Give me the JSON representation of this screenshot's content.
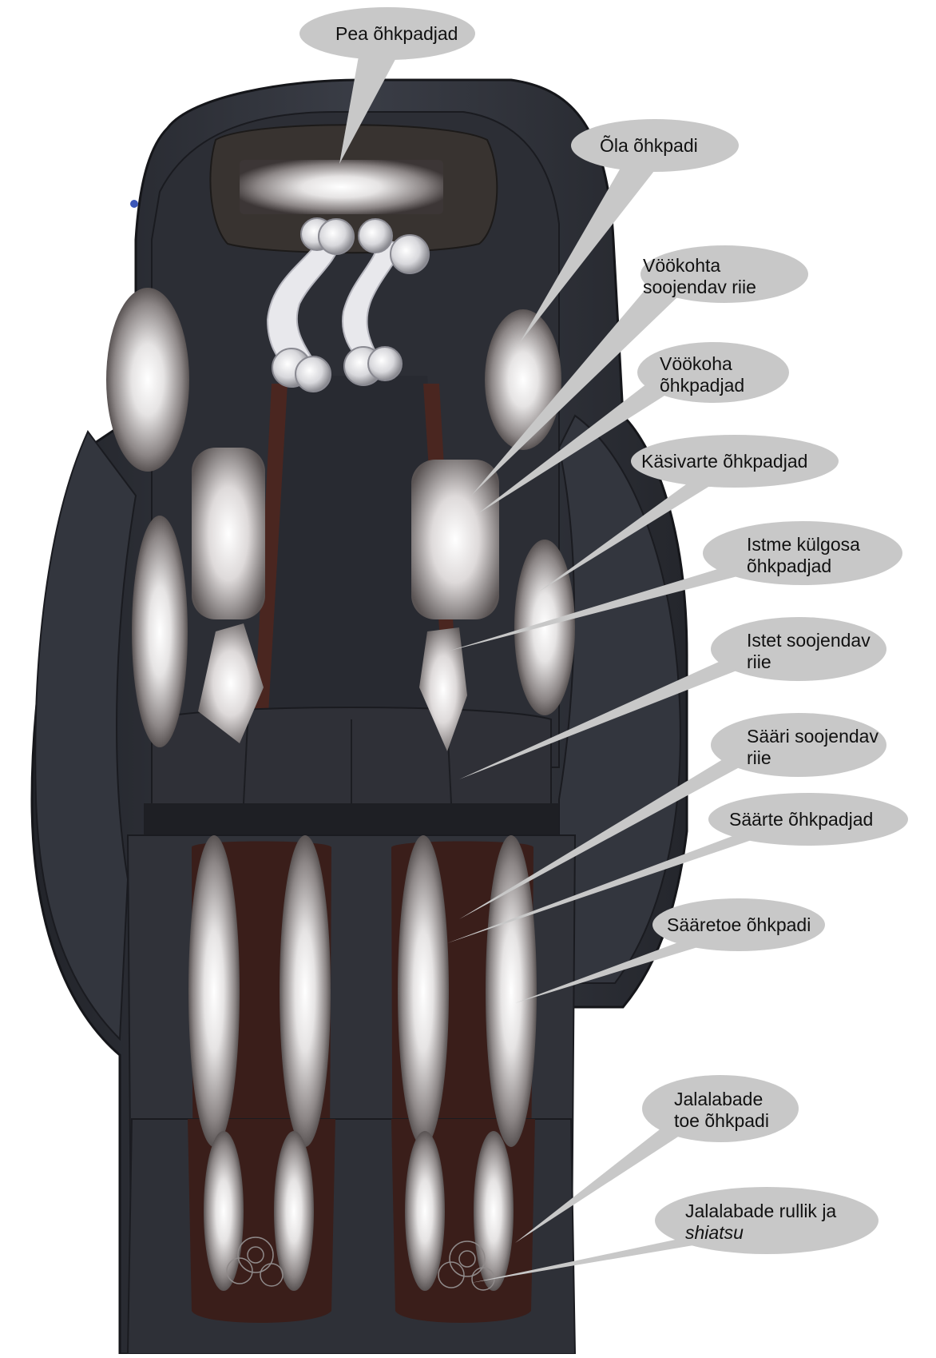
{
  "labels": {
    "head_airbags": "Pea õhkpadjad",
    "shoulder_airbag": "Õla õhkpadi",
    "waist_heating_cloth": [
      "Vöökohta",
      "soojendav riie"
    ],
    "waist_airbags": [
      "Vöökoha",
      "õhkpadjad"
    ],
    "arm_airbags": "Käsivarte õhkpadjad",
    "seat_side_airbags": [
      "Istme külgosa",
      "õhkpadjad"
    ],
    "seat_heating_cloth": [
      "Istet soojendav",
      "riie"
    ],
    "shin_heating_cloth": [
      "Sääri soojendav",
      "riie"
    ],
    "shin_airbags": "Säärte õhkpadjad",
    "calf_rest_airbag": "Sääretoe õhkpadi",
    "foot_rest_airbag": [
      "Jalalabade",
      "toe õhkpadi"
    ],
    "foot_roller_shiatsu": [
      "Jalalabade rullik ja",
      "shiatsu"
    ]
  },
  "colors": {
    "chair_dark": "#2a2c33",
    "chair_mid": "#3d4049",
    "seam_brown": "#4a2620",
    "callout_fill": "#c8c8c8",
    "airbag_light": "#ffffff",
    "airbag_dark": "#4e4a4a"
  }
}
